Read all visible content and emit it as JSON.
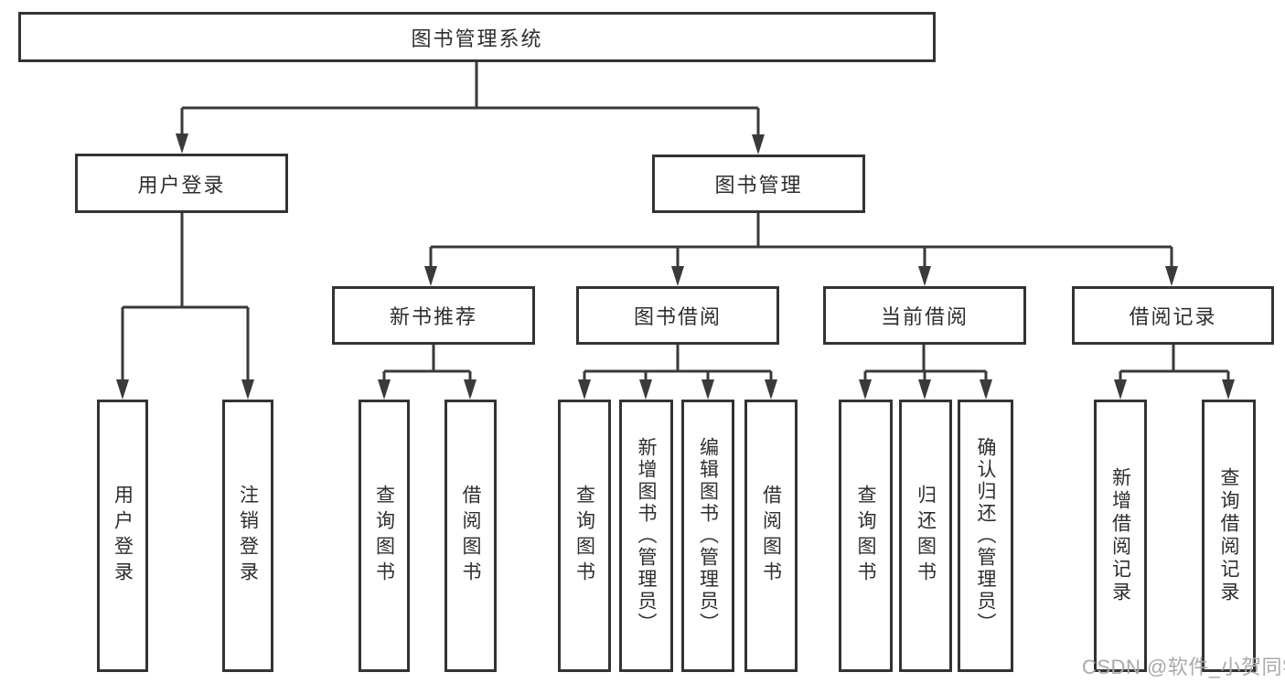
{
  "diagram": {
    "root": {
      "label": "图书管理系统"
    },
    "level2": [
      {
        "label": "用户登录"
      },
      {
        "label": "图书管理"
      }
    ],
    "level3": [
      {
        "label": "新书推荐"
      },
      {
        "label": "图书借阅"
      },
      {
        "label": "当前借阅"
      },
      {
        "label": "借阅记录"
      }
    ],
    "leaves": {
      "user_login": [
        "用户登录",
        "注销登录"
      ],
      "new_book_recommend": [
        "查询图书",
        "借阅图书"
      ],
      "book_borrow": [
        "查询图书",
        "新增图书（管理员）",
        "编辑图书（管理员）",
        "借阅图书"
      ],
      "current_borrow": [
        "查询图书",
        "归还图书",
        "确认归还（管理员）"
      ],
      "borrow_record": [
        "新增借阅记录",
        "查询借阅记录"
      ]
    }
  },
  "watermark": {
    "text": "CSDN @软件_小贺同学"
  },
  "colors": {
    "line": "#3a3a3a",
    "box_border": "#333333",
    "text": "#2e2e2e",
    "watermark": "#a9a9a9",
    "background": "#ffffff"
  }
}
